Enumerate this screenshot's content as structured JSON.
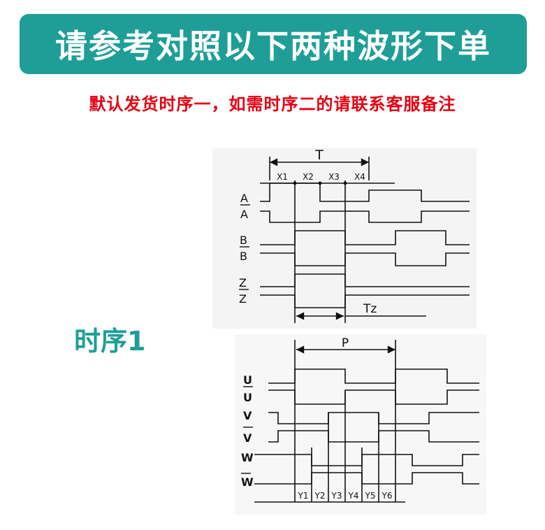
{
  "banner": {
    "title": "请参考对照以下两种波形下单"
  },
  "notice": {
    "text": "默认发货时序一，如需时序二的请联系客服备注"
  },
  "sequence": {
    "label": "时序1"
  },
  "diagram": {
    "top": {
      "period_label": "T",
      "x_labels": [
        "X1",
        "X2",
        "X3",
        "X4"
      ],
      "signals": [
        "A",
        "A",
        "B",
        "B",
        "Z",
        "Z"
      ],
      "tz_label": "Tz"
    },
    "bottom": {
      "period_label": "P",
      "signals": [
        "U",
        "U",
        "V",
        "V",
        "W",
        "W"
      ],
      "y_labels": [
        "Y1",
        "Y2",
        "Y3",
        "Y4",
        "Y5",
        "Y6"
      ]
    }
  },
  "colors": {
    "banner": "#1e9e96",
    "notice": "#e60012",
    "label": "#1e9e96",
    "ink": "#111111"
  }
}
